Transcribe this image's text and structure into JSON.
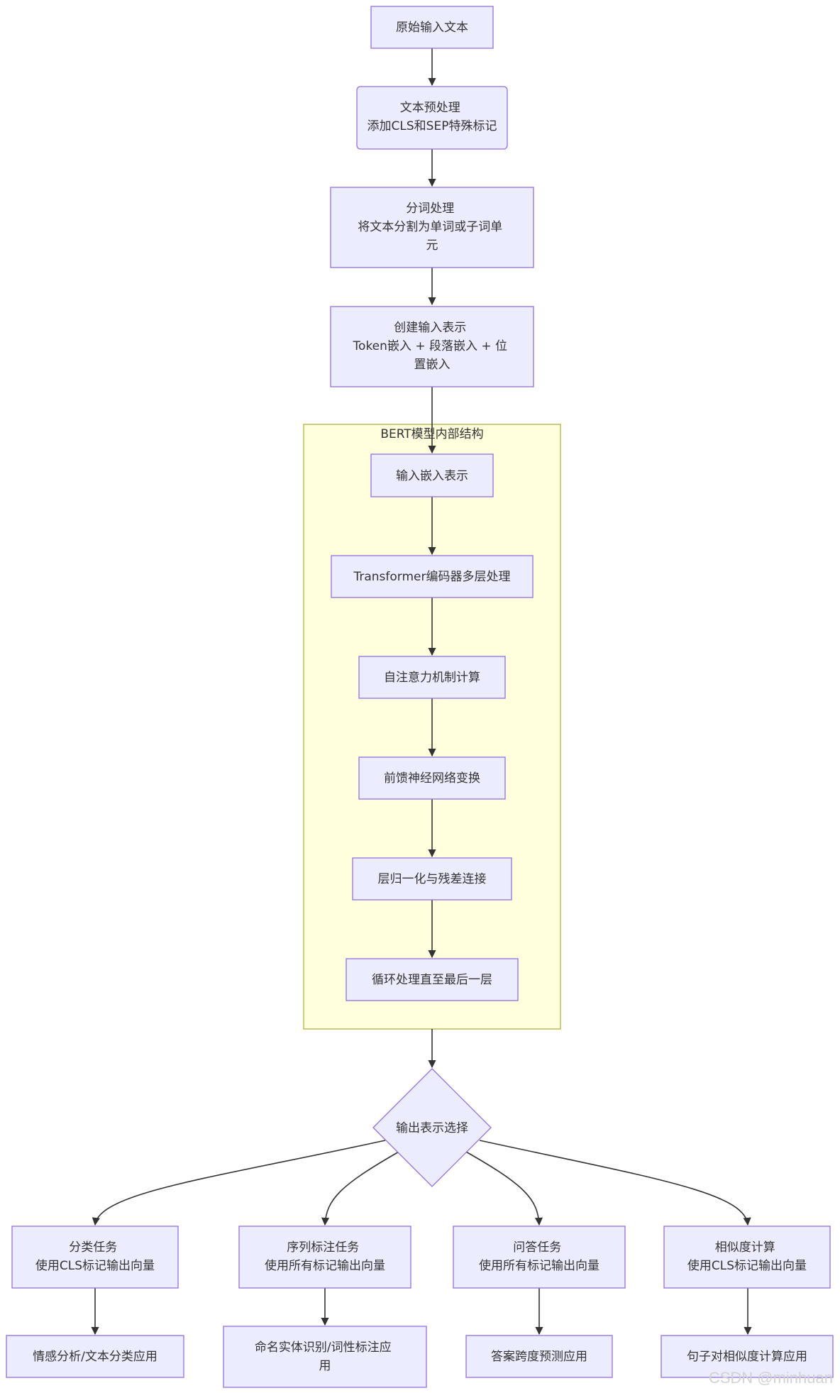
{
  "diagram": {
    "cluster": {
      "title": "BERT模型内部结构"
    },
    "nodes": {
      "raw_input": {
        "lines": [
          "原始输入文本"
        ]
      },
      "preprocess": {
        "lines": [
          "文本预处理",
          "添加CLS和SEP特殊标记"
        ]
      },
      "tokenize": {
        "lines": [
          "分词处理",
          "将文本分割为单词或子词单",
          "元"
        ]
      },
      "input_repr": {
        "lines": [
          "创建输入表示",
          "Token嵌入 + 段落嵌入 + 位",
          "置嵌入"
        ]
      },
      "embed": {
        "lines": [
          "输入嵌入表示"
        ]
      },
      "transformer": {
        "lines": [
          "Transformer编码器多层处理"
        ]
      },
      "self_attention": {
        "lines": [
          "自注意力机制计算"
        ]
      },
      "ffn": {
        "lines": [
          "前馈神经网络变换"
        ]
      },
      "layernorm": {
        "lines": [
          "层归一化与残差连接"
        ]
      },
      "loop": {
        "lines": [
          "循环处理直至最后一层"
        ]
      },
      "output_select": {
        "lines": [
          "输出表示选择"
        ]
      },
      "classify": {
        "lines": [
          "分类任务",
          "使用CLS标记输出向量"
        ]
      },
      "seq_label": {
        "lines": [
          "序列标注任务",
          "使用所有标记输出向量"
        ]
      },
      "qa": {
        "lines": [
          "问答任务",
          "使用所有标记输出向量"
        ]
      },
      "similarity": {
        "lines": [
          "相似度计算",
          "使用CLS标记输出向量"
        ]
      },
      "sentiment": {
        "lines": [
          "情感分析/文本分类应用"
        ]
      },
      "ner": {
        "lines": [
          "命名实体识别/词性标注应",
          "用"
        ]
      },
      "answer_span": {
        "lines": [
          "答案跨度预测应用"
        ]
      },
      "sentence_pair": {
        "lines": [
          "句子对相似度计算应用"
        ]
      }
    }
  },
  "watermark": "CSDN @minhuan",
  "colors": {
    "node_fill": "#ECECFF",
    "node_stroke": "#9370DB",
    "cluster_fill": "#FFFFDE",
    "cluster_stroke": "#AAAA33",
    "edge": "#333333"
  }
}
